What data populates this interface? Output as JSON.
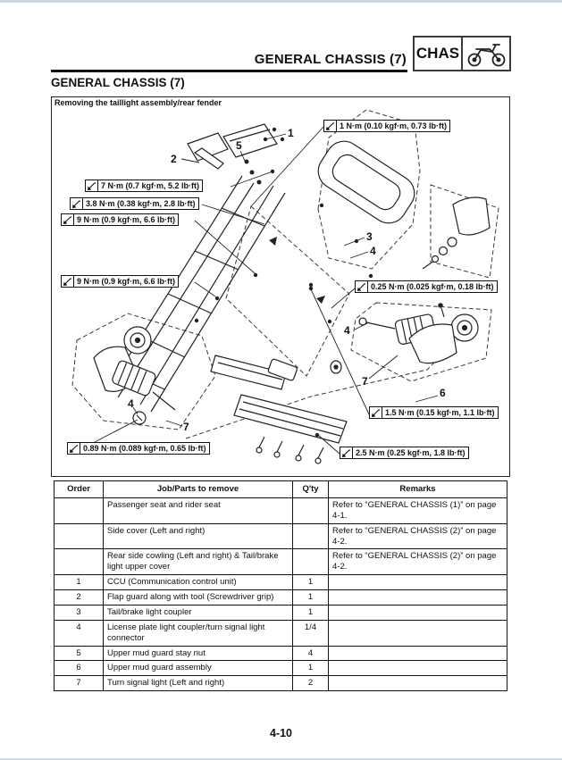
{
  "chrome": {
    "strip_color": "#ccd6df"
  },
  "header": {
    "page_title": "GENERAL CHASSIS (7)",
    "badge_label": "CHAS"
  },
  "icons": {
    "callout_icon": "torque-wrench-icon",
    "badge_icon": "motorcycle-icon"
  },
  "section": {
    "title": "GENERAL CHASSIS (7)"
  },
  "diagram": {
    "caption": "Removing the taillight assembly/rear fender",
    "callouts": [
      {
        "text": "1 N·m (0.10 kgf·m, 0.73 lb·ft)"
      },
      {
        "text": "7 N·m (0.7 kgf·m, 5.2 lb·ft)"
      },
      {
        "text": "3.8 N·m (0.38 kgf·m, 2.8 lb·ft)"
      },
      {
        "text": "9 N·m (0.9 kgf·m, 6.6 lb·ft)"
      },
      {
        "text": "9 N·m (0.9 kgf·m, 6.6 lb·ft)"
      },
      {
        "text": "0.25 N·m (0.025 kgf·m, 0.18 lb·ft)"
      },
      {
        "text": "1.5 N·m (0.15 kgf·m, 1.1 lb·ft)"
      },
      {
        "text": "0.89 N·m (0.089 kgf·m, 0.65 lb·ft)"
      },
      {
        "text": "2.5 N·m (0.25 kgf·m, 1.8 lb·ft)"
      }
    ],
    "part_labels": [
      "1",
      "2",
      "5",
      "3",
      "4",
      "4",
      "7",
      "6",
      "4",
      "7"
    ]
  },
  "table": {
    "headers": [
      "Order",
      "Job/Parts to remove",
      "Q'ty",
      "Remarks"
    ],
    "rows": [
      {
        "order": "",
        "job": "Passenger seat and rider seat",
        "qty": "",
        "remarks": "Refer to “GENERAL CHASSIS (1)” on page 4-1."
      },
      {
        "order": "",
        "job": "Side cover (Left and right)",
        "qty": "",
        "remarks": "Refer to “GENERAL CHASSIS (2)” on page 4-2."
      },
      {
        "order": "",
        "job": "Rear side cowling (Left and right) & Tail/brake light upper cover",
        "qty": "",
        "remarks": "Refer to “GENERAL CHASSIS (2)” on page 4-2."
      },
      {
        "order": "1",
        "job": "CCU (Communication control unit)",
        "qty": "1",
        "remarks": ""
      },
      {
        "order": "2",
        "job": "Flap guard along with tool (Screwdriver grip)",
        "qty": "1",
        "remarks": ""
      },
      {
        "order": "3",
        "job": "Tail/brake light coupler",
        "qty": "1",
        "remarks": ""
      },
      {
        "order": "4",
        "job": "License plate light coupler/turn signal light connector",
        "qty": "1/4",
        "remarks": ""
      },
      {
        "order": "5",
        "job": "Upper mud guard stay nut",
        "qty": "4",
        "remarks": ""
      },
      {
        "order": "6",
        "job": "Upper mud guard assembly",
        "qty": "1",
        "remarks": ""
      },
      {
        "order": "7",
        "job": "Turn signal light (Left and right)",
        "qty": "2",
        "remarks": ""
      }
    ]
  },
  "footer": {
    "page_number": "4-10"
  }
}
